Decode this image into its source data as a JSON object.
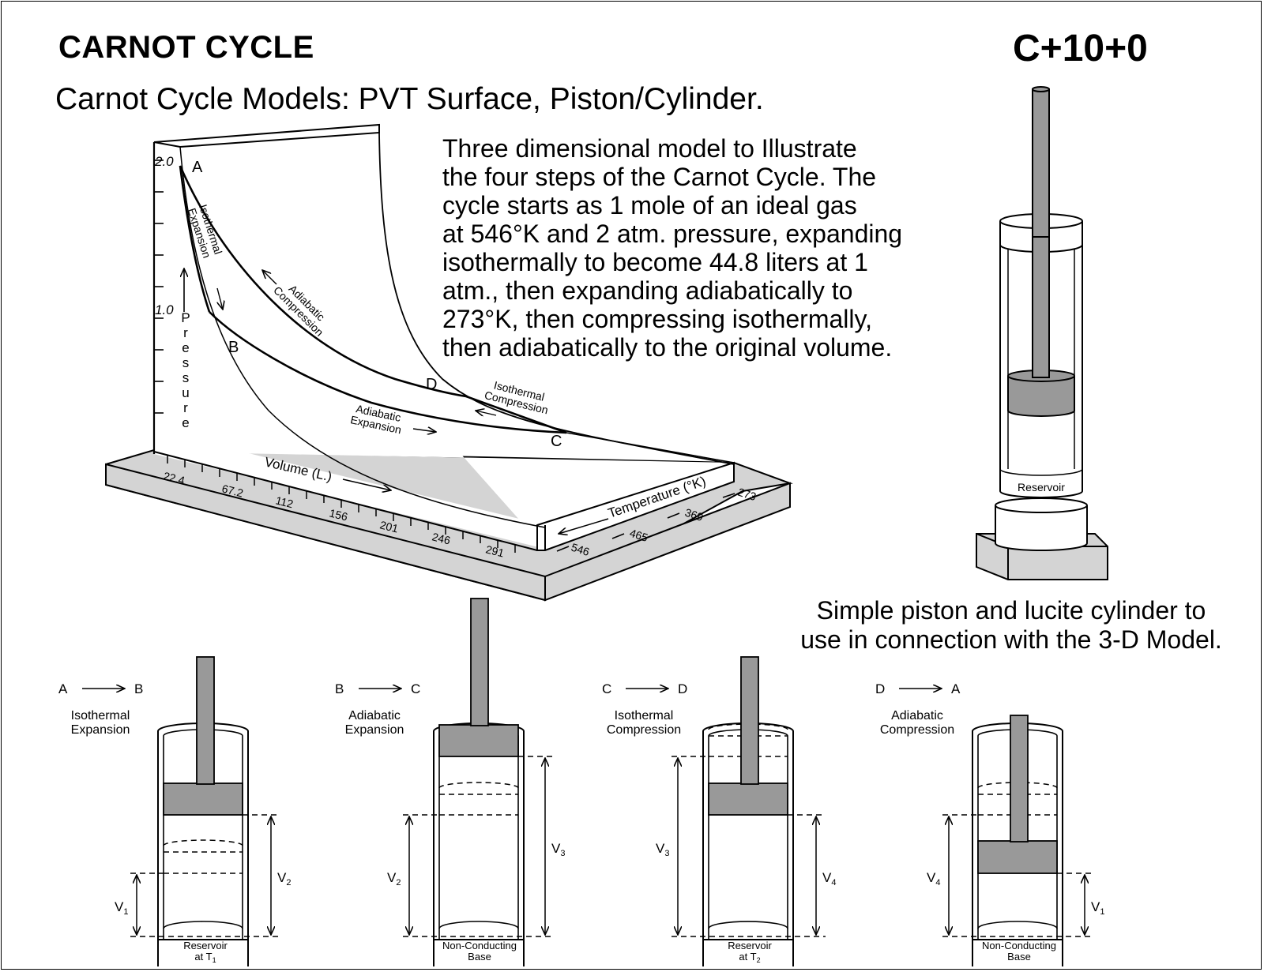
{
  "header": {
    "title": "CARNOT CYCLE",
    "code": "C+10+0",
    "subtitle": "Carnot Cycle Models: PVT Surface,  Piston/Cylinder."
  },
  "description": [
    "Three dimensional model to Illustrate",
    "the four steps of the Carnot Cycle.  The",
    "cycle starts as 1 mole of an ideal gas",
    "at 546°K and 2 atm. pressure, expanding",
    "isothermally to become 44.8 liters at 1",
    "atm., then expanding adiabatically to",
    "273°K, then compressing isothermally,",
    "then adiabatically to the original volume."
  ],
  "piston_caption": [
    "Simple piston and lucite cylinder to",
    "use in connection with the 3-D Model."
  ],
  "pvt_model": {
    "pressure_ticks": [
      "2.0",
      "1.0"
    ],
    "pressure_label": "Pressure",
    "points": [
      "A",
      "B",
      "C",
      "D"
    ],
    "curve_labels": {
      "iso_exp": [
        "Isothermal",
        "Expansion"
      ],
      "adi_comp": [
        "Adiabatic",
        "Compression"
      ],
      "iso_comp": [
        "Isothermal",
        "Compression"
      ],
      "adi_exp": [
        "Adiabatic",
        "Expansion"
      ]
    },
    "volume_label": "Volume (L.)",
    "volume_ticks": [
      "22.4",
      "67.2",
      "112",
      "156",
      "201",
      "246",
      "291"
    ],
    "temperature_label": "Temperature  (°K)",
    "temperature_ticks": [
      "273",
      "369",
      "465",
      "546"
    ]
  },
  "apparatus": {
    "reservoir_label": "Reservoir"
  },
  "stages": [
    {
      "from": "A",
      "to": "B",
      "process": [
        "Isothermal",
        "Expansion"
      ],
      "base": [
        "Reservoir",
        "at T"
      ],
      "base_sub": "1",
      "left_label": "V",
      "left_sub": "1",
      "right_label": "V",
      "right_sub": "2"
    },
    {
      "from": "B",
      "to": "C",
      "process": [
        "Adiabatic",
        "Expansion"
      ],
      "base": [
        "Non-Conducting",
        "Base"
      ],
      "base_sub": "",
      "left_label": "V",
      "left_sub": "2",
      "right_label": "V",
      "right_sub": "3"
    },
    {
      "from": "C",
      "to": "D",
      "process": [
        "Isothermal",
        "Compression"
      ],
      "base": [
        "Reservoir",
        "at T"
      ],
      "base_sub": "2",
      "left_label": "V",
      "left_sub": "3",
      "right_label": "V",
      "right_sub": "4"
    },
    {
      "from": "D",
      "to": "A",
      "process": [
        "Adiabatic",
        "Compression"
      ],
      "base": [
        "Non-Conducting",
        "Base"
      ],
      "base_sub": "",
      "left_label": "V",
      "left_sub": "4",
      "right_label": "V",
      "right_sub": "1"
    }
  ],
  "colors": {
    "piston_gray": "#999999",
    "base_gray": "#d4d4d4"
  }
}
